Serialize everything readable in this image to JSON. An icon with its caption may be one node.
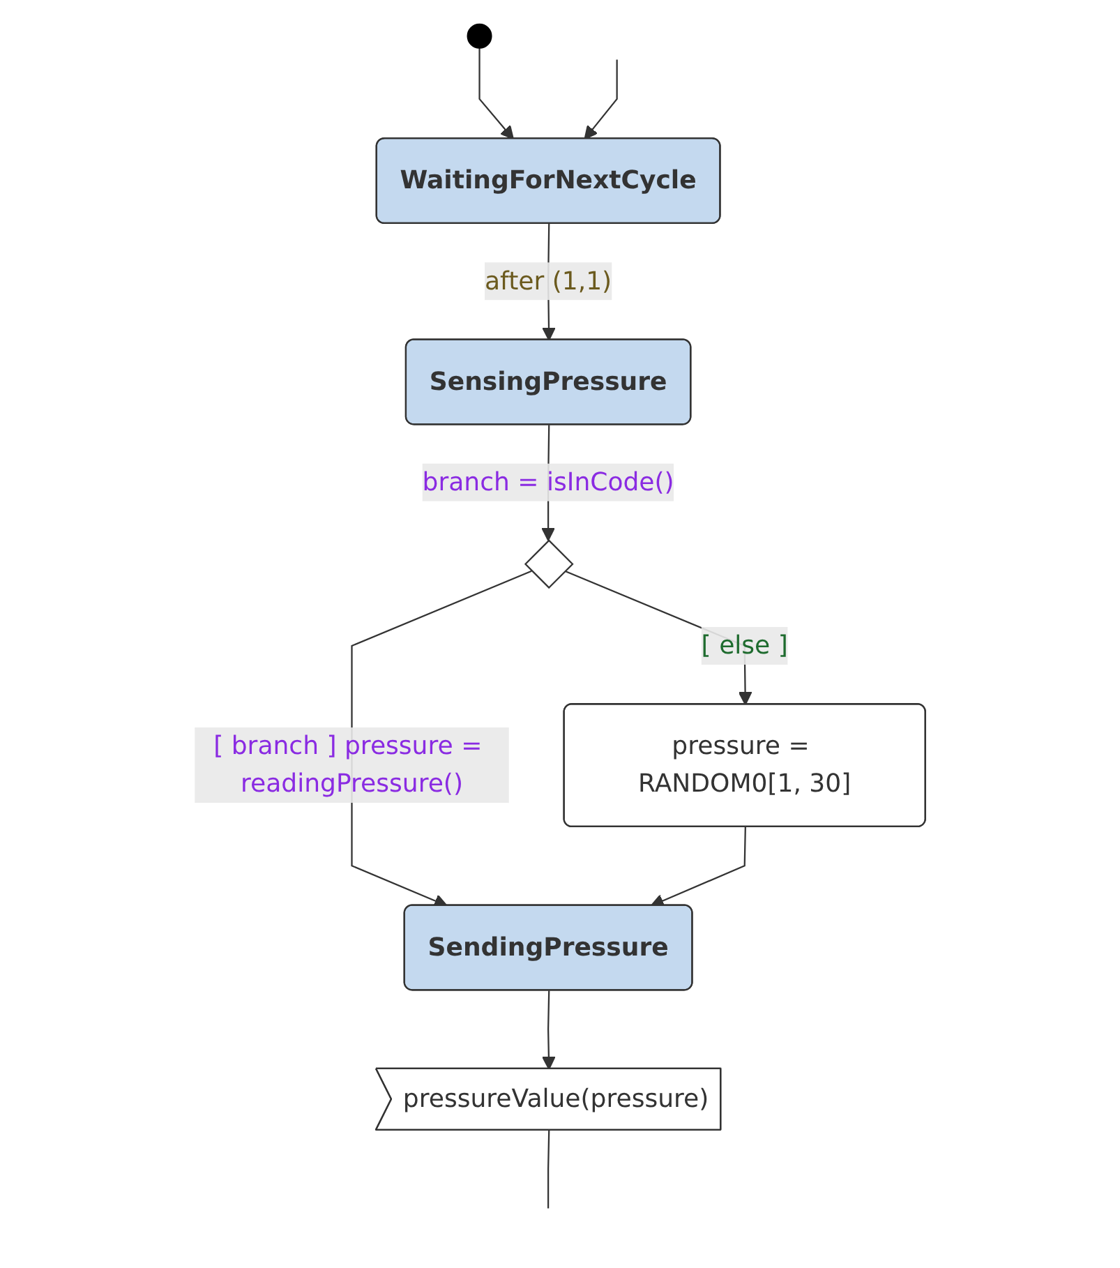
{
  "diagram": {
    "nodes": [
      {
        "text": [],
        "shape": "circle"
      },
      {
        "text": [
          "WaitingForNextCycle"
        ]
      },
      {
        "text": [
          "SensingPressure"
        ]
      },
      {
        "text": [],
        "shape": "diamond"
      },
      {
        "text": [
          "pressure = RANDOM0[1, 30]"
        ]
      },
      {
        "text": [
          "SendingPressure"
        ]
      },
      {
        "text": [
          "pressureValue(pressure)"
        ]
      }
    ],
    "edges": [
      {
        "from": 0,
        "to": 1,
        "arrow": "to"
      },
      {
        "from": null,
        "to": 1,
        "arrow": "to"
      },
      {
        "from": 1,
        "to": 2,
        "arrow": "to",
        "label": "after (1,1)"
      },
      {
        "from": 2,
        "to": 3,
        "arrow": "to",
        "label": "branch = isInCode()"
      },
      {
        "from": 3,
        "to": 5,
        "arrow": "to",
        "label": "[ branch ] pressure = readingPressure()"
      },
      {
        "from": 3,
        "to": 4,
        "arrow": "to",
        "label": "[ else ]"
      },
      {
        "from": 4,
        "to": 5,
        "arrow": "to"
      },
      {
        "from": 5,
        "to": 6,
        "arrow": "to"
      },
      {
        "from": 6,
        "to": null,
        "arrow": "none"
      }
    ]
  }
}
